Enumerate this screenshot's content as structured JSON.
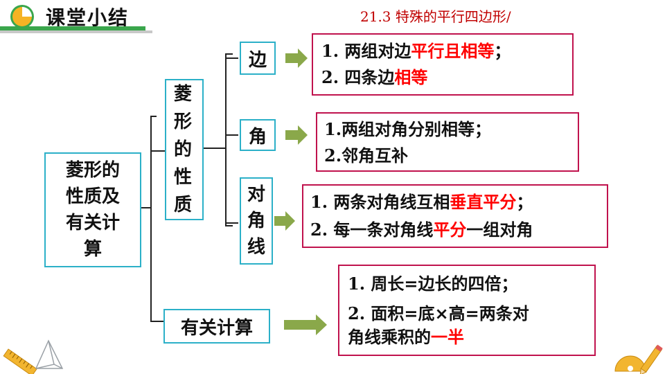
{
  "header": {
    "title": "课堂小结",
    "section": "21.3  特殊的平行四边形/",
    "accent_color": "#3aa64c",
    "icon": "pie-chart-icon"
  },
  "root": {
    "label": "菱形的性质及有关计算"
  },
  "properties": {
    "label": "菱形的性质"
  },
  "branches": {
    "side": {
      "label": "边",
      "items": [
        {
          "num": "1.",
          "text_a": "两组对边",
          "text_hl": "平行且相等",
          "text_b": "；"
        },
        {
          "num": "2.",
          "text_a": "四条边",
          "text_hl": "相等",
          "text_b": ""
        }
      ]
    },
    "angle": {
      "label": "角",
      "items": [
        {
          "num": "1.",
          "text": "两组对角分别相等；"
        },
        {
          "num": "2.",
          "text": "邻角互补"
        }
      ]
    },
    "diagonal": {
      "label": "对角线",
      "items": [
        {
          "num": "1.",
          "text_a": "两条对角线互相",
          "text_hl": "垂直平分",
          "text_b": "；"
        },
        {
          "num": "2.",
          "text_a": "每一条对角线",
          "text_hl": "平分",
          "text_b": "一组对角"
        }
      ]
    }
  },
  "calc": {
    "label": "有关计算",
    "items": [
      {
        "num": "1.",
        "text": "周长=边长的四倍；"
      },
      {
        "num": "2.",
        "text_line1": "面积=底×高=两条对",
        "text_line2a": "角线乘积的",
        "text_hl": "一半"
      }
    ]
  },
  "colors": {
    "cyan_border": "#2bb0c8",
    "red_border": "#c0124d",
    "arrow": "#8aa84a",
    "highlight": "#ff0000"
  }
}
